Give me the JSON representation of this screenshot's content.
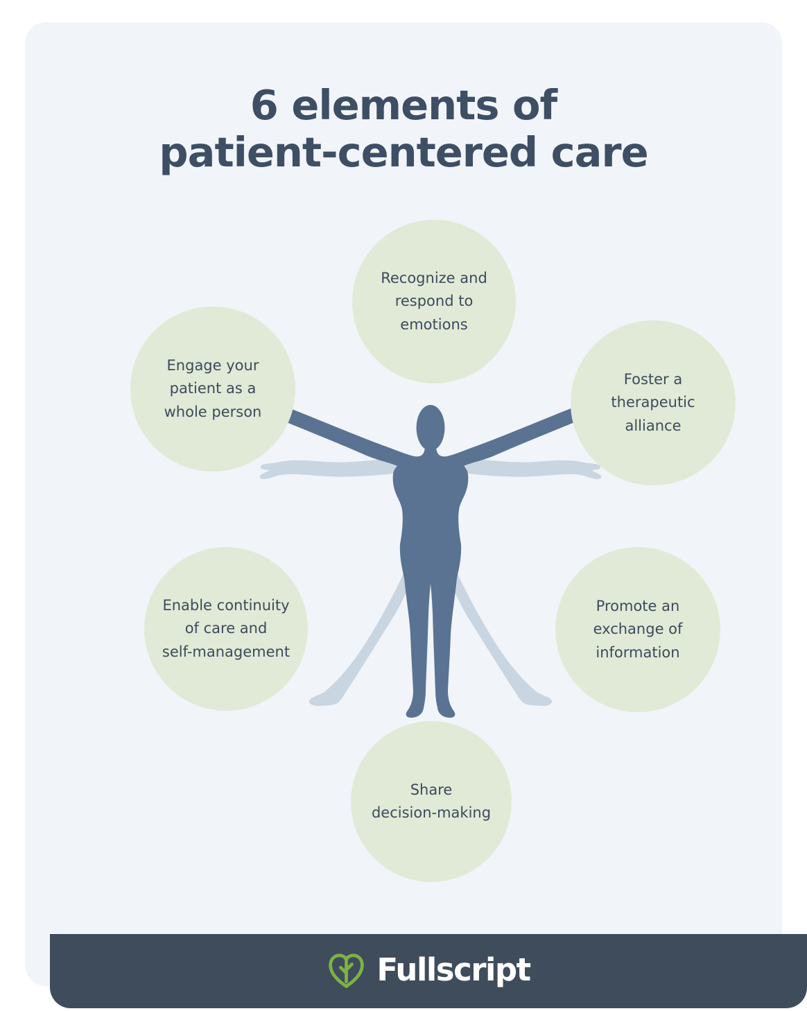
{
  "title": {
    "line1": "6 elements of",
    "line2": "patient-centered care"
  },
  "elements": [
    {
      "name": "recognize-respond-emotions",
      "label": "Recognize and\nrespond to\nemotions"
    },
    {
      "name": "engage-whole-person",
      "label": "Engage your\npatient as a\nwhole person"
    },
    {
      "name": "foster-therapeutic-alliance",
      "label": "Foster a\ntherapeutic\nalliance"
    },
    {
      "name": "enable-continuity",
      "label": "Enable continuity\nof care and\nself-management"
    },
    {
      "name": "promote-information-exchange",
      "label": "Promote an\nexchange of\ninformation"
    },
    {
      "name": "share-decision-making",
      "label": "Share\ndecision-making"
    }
  ],
  "figure": {
    "icon": "vitruvian-man-figure"
  },
  "footer": {
    "brand": "Fullscript",
    "logo_icon": "leaf-heart-icon"
  },
  "colors": {
    "card_bg": "#f1f5f9",
    "circle_green": "#e1ead6",
    "figure_dark": "#5b7392",
    "figure_ghost": "#c9d5e1",
    "title_text": "#3e4e64",
    "circle_text": "#3c4a5e",
    "footer_bg": "#3f4c5b",
    "logo_green": "#7cb344"
  }
}
